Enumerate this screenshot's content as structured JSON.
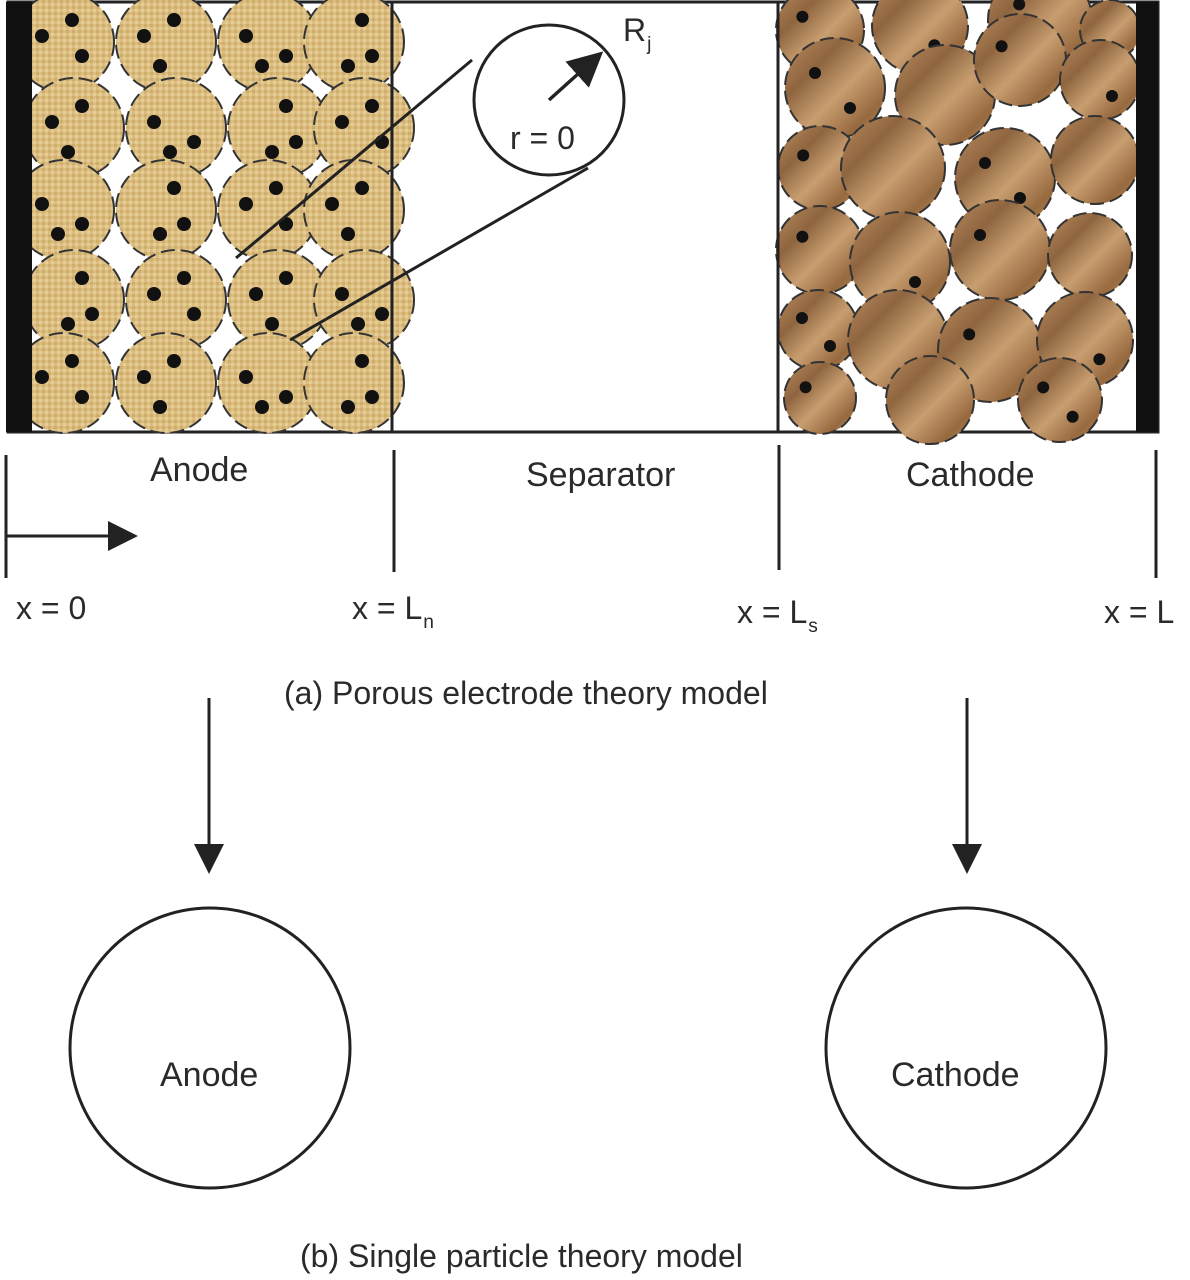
{
  "figure": {
    "cell": {
      "regions": {
        "anode": "Anode",
        "separator": "Separator",
        "cathode": "Cathode"
      },
      "particle_zoom": {
        "radius_label": "R",
        "radius_sub": "j",
        "center_label": "r = 0"
      },
      "positions": [
        {
          "main": "x = 0",
          "sub": ""
        },
        {
          "main": "x = L",
          "sub": "n"
        },
        {
          "main": "x = L",
          "sub": "s"
        },
        {
          "main": "x = L",
          "sub": ""
        }
      ],
      "colors": {
        "anode_particle": "#d9b97a",
        "cathode_particle": "#a5784a",
        "current_collector": "#111111",
        "li_dot": "#111111"
      }
    },
    "caption_a": "(a) Porous electrode theory model",
    "single_particle": {
      "anode": "Anode",
      "cathode": "Cathode"
    },
    "caption_b": "(b) Single particle theory model"
  }
}
